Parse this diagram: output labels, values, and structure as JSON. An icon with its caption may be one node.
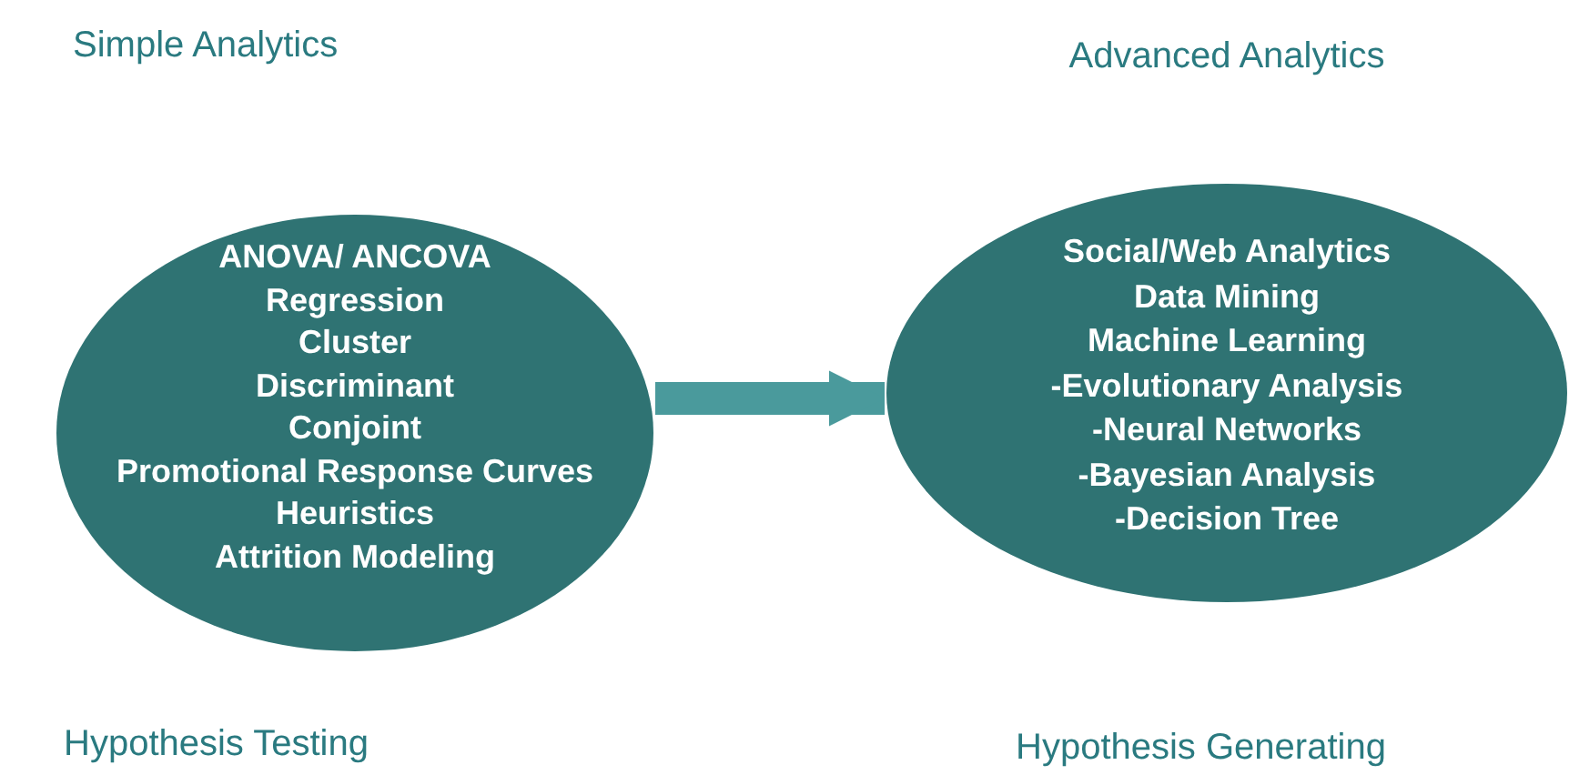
{
  "diagram": {
    "nodes": [
      {
        "text": [
          "Simple Analytics",
          "ANOVA/ ANCOVA",
          "Regression",
          "Cluster",
          "Discriminant",
          "Conjoint",
          "Promotional Response Curves",
          "Heuristics",
          "Attrition Modeling"
        ],
        "beside": [
          "Hypothesis Testing"
        ]
      },
      {
        "text": [
          "Advanced Analytics",
          "Social/Web Analytics",
          "Data Mining",
          "Machine Learning",
          "-Evolutionary Analysis",
          "-Neural Networks",
          "-Bayesian Analysis",
          "-Decision Tree"
        ],
        "beside": [
          "Hypothesis Generating"
        ]
      }
    ],
    "edges": [
      {
        "from": 0,
        "to": 1,
        "arrow": "to"
      }
    ]
  }
}
